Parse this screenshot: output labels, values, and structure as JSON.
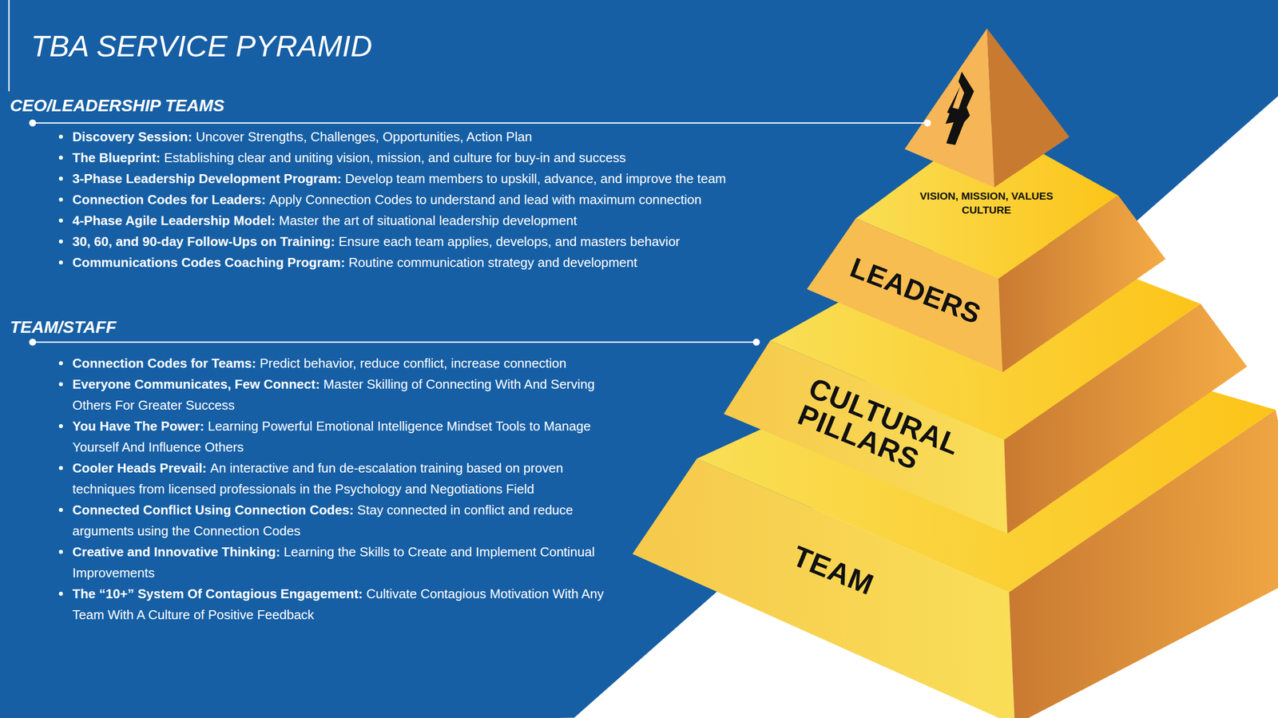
{
  "diagram": {
    "title": "TBA SERVICE PYRAMID",
    "nodes": [
      {
        "text": [
          "VISION, MISSION, VALUES CULTURE"
        ]
      },
      {
        "text": [
          "LEADERS"
        ]
      },
      {
        "text": [
          "CULTURAL PILLARS"
        ]
      },
      {
        "text": [
          "TEAM"
        ]
      }
    ],
    "labels": [
      "CEO/LEADERSHIP TEAMS",
      "Discovery Session:",
      "Uncover Strengths, Challenges, Opportunities, Action Plan",
      "The Blueprint:",
      "Establishing clear and uniting vision, mission, and culture for buy-in and success",
      "3-Phase Leadership Development Program:",
      "Develop team members to upskill, advance, and improve the team",
      "Connection Codes for Leaders:",
      "Apply Connection Codes to understand and lead with maximum connection",
      "4-Phase Agile Leadership Model:",
      "Master the art of situational leadership development",
      "30, 60, and 90-day Follow-Ups on Training:",
      "Ensure each team applies, develops, and masters behavior",
      "Communications Codes Coaching Program:",
      "Routine communication strategy and development",
      "TEAM/STAFF",
      "Connection Codes for Teams:",
      "Predict behavior, reduce conflict, increase connection",
      "Everyone Communicates, Few Connect:",
      "Master Skilling of Connecting With And Serving Others For Greater Success",
      "You Have The Power:",
      "Learning Powerful Emotional Intelligence Mindset Tools to Manage Yourself And Influence Others",
      "Cooler Heads Prevail:",
      "An interactive and fun de-escalation training based on proven techniques from licensed professionals in the Psychology and Negotiations Field",
      "Connected Conflict Using Connection Codes:",
      "Stay connected in conflict and reduce arguments using the Connection Codes",
      "Creative and Innovative Thinking:",
      "Learning the Skills to Create and Implement Continual Improvements",
      "The “10+” System Of Contagious Engagement:",
      "Cultivate Contagious Motivation With Any Team With A Culture of Positive Feedback"
    ]
  }
}
